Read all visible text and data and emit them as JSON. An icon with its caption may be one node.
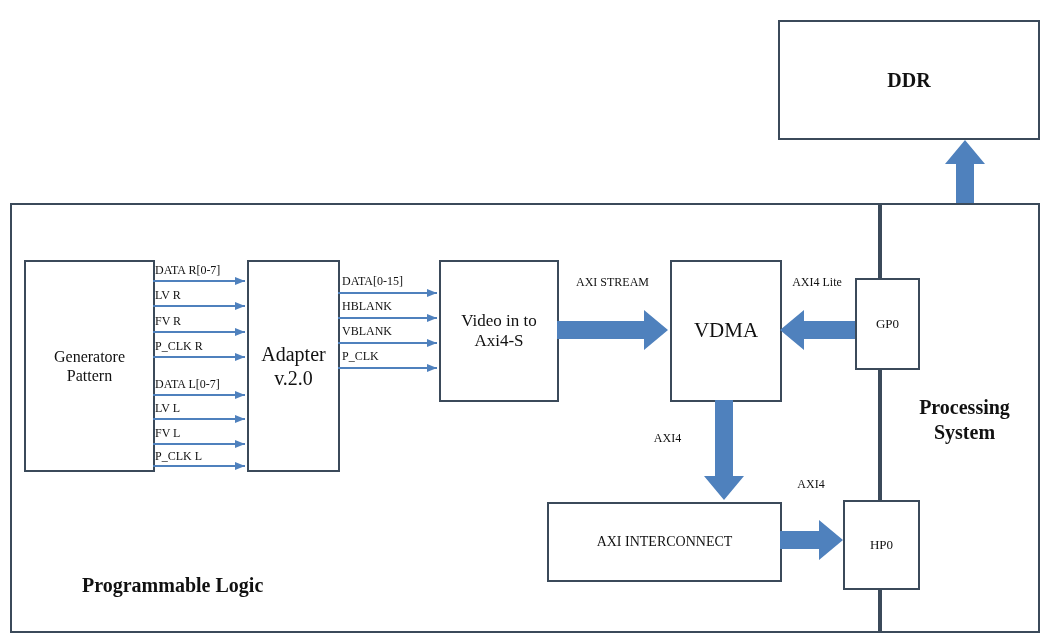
{
  "diagram": {
    "nodes": [
      {
        "text": [
          "DDR"
        ]
      },
      {
        "text": [
          "Programmable Logic"
        ]
      },
      {
        "text": [
          "Processing System"
        ]
      },
      {
        "text": [
          "Generatore Pattern"
        ],
        "in": 1
      },
      {
        "text": [
          "Adapter v.2.0"
        ],
        "in": 1
      },
      {
        "text": [
          "Video in to Axi4-S"
        ],
        "in": 1
      },
      {
        "text": [
          "VDMA"
        ],
        "in": 1
      },
      {
        "text": [
          "AXI INTERCONNECT"
        ],
        "in": 1
      },
      {
        "text": [
          "GP0"
        ]
      },
      {
        "text": [
          "HP0"
        ]
      }
    ],
    "edges": [
      {
        "from": 3,
        "to": 4,
        "arrow": "to",
        "label": "DATA R[0-7]"
      },
      {
        "from": 3,
        "to": 4,
        "arrow": "to",
        "label": "LV R"
      },
      {
        "from": 3,
        "to": 4,
        "arrow": "to",
        "label": "FV R"
      },
      {
        "from": 3,
        "to": 4,
        "arrow": "to",
        "label": "P_CLK R"
      },
      {
        "from": 3,
        "to": 4,
        "arrow": "to",
        "label": "DATA L[0-7]"
      },
      {
        "from": 3,
        "to": 4,
        "arrow": "to",
        "label": "LV L"
      },
      {
        "from": 3,
        "to": 4,
        "arrow": "to",
        "label": "FV L"
      },
      {
        "from": 3,
        "to": 4,
        "arrow": "to",
        "label": "P_CLK L"
      },
      {
        "from": 4,
        "to": 5,
        "arrow": "to",
        "label": "DATA[0-15]"
      },
      {
        "from": 4,
        "to": 5,
        "arrow": "to",
        "label": "HBLANK"
      },
      {
        "from": 4,
        "to": 5,
        "arrow": "to",
        "label": "VBLANK"
      },
      {
        "from": 4,
        "to": 5,
        "arrow": "to",
        "label": "P_CLK"
      },
      {
        "from": 5,
        "to": 6,
        "arrow": "to",
        "label": "AXI STREAM",
        "style": "thick"
      },
      {
        "from": 8,
        "to": 6,
        "arrow": "to",
        "label": "AXI4 Lite",
        "style": "thick"
      },
      {
        "from": 6,
        "to": 7,
        "arrow": "to",
        "label": "AXI4",
        "style": "thick"
      },
      {
        "from": 7,
        "to": 9,
        "arrow": "to",
        "label": "AXI4",
        "style": "thick"
      },
      {
        "from": 2,
        "to": 0,
        "arrow": "to",
        "style": "thick"
      }
    ]
  }
}
